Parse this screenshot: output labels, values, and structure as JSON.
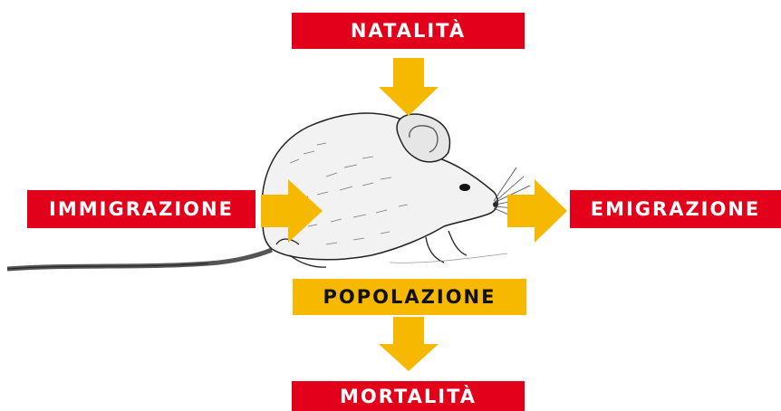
{
  "labels": {
    "natalita": "NATALITÀ",
    "immigrazione": "IMMIGRAZIONE",
    "emigrazione": "EMIGRAZIONE",
    "popolazione": "POPOLAZIONE",
    "mortalita": "MORTALITÀ"
  },
  "colors": {
    "red": "#e3001b",
    "yellow": "#f7b800",
    "ink": "#333333"
  },
  "icons": {
    "mouse": "mouse-illustration",
    "arrow": "arrow-icon"
  }
}
